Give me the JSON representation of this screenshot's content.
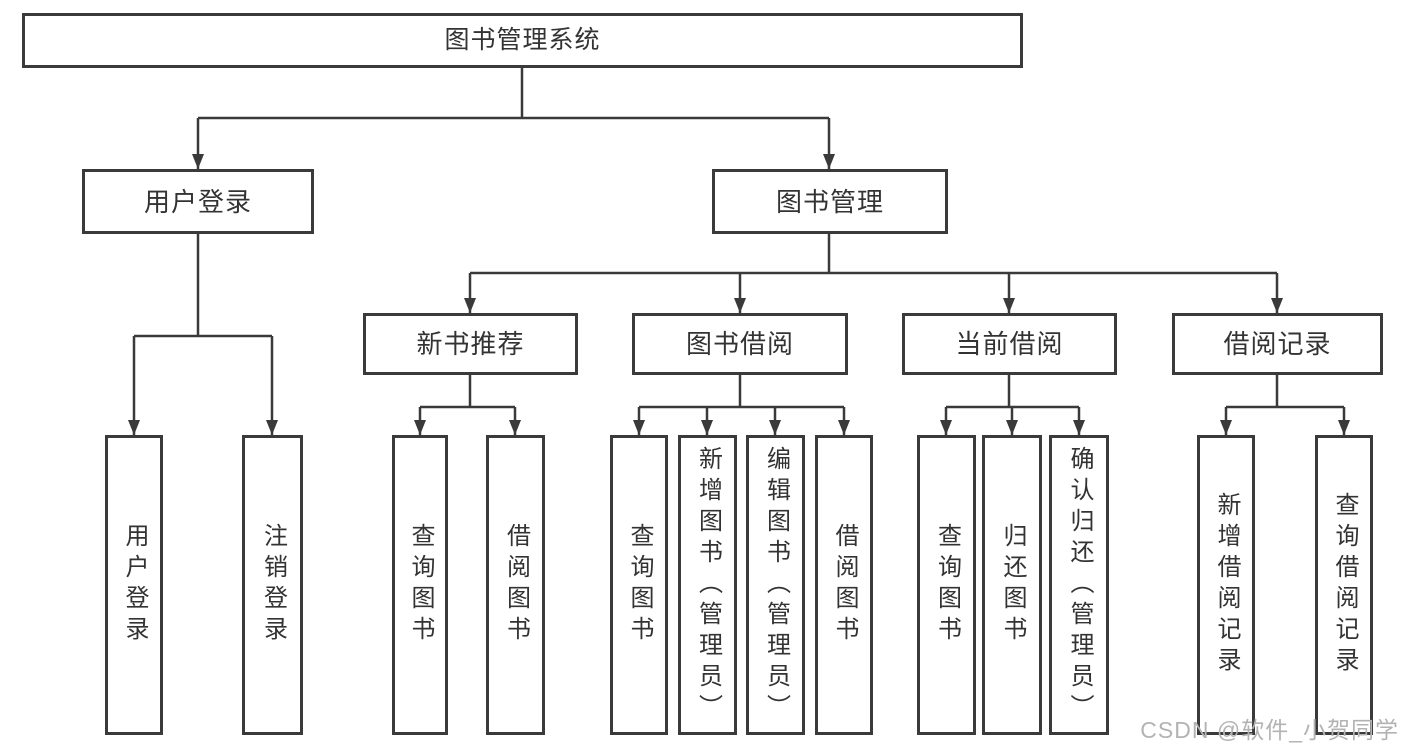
{
  "colors": {
    "line": "#3a3a3a",
    "text": "#333333",
    "background": "#ffffff",
    "watermark": "#b3b3b3"
  },
  "watermark": "CSDN @软件_小贺同学",
  "tree": {
    "label": "图书管理系统",
    "children": [
      {
        "label": "用户登录",
        "children": [
          {
            "label": "用户登录"
          },
          {
            "label": "注销登录"
          }
        ]
      },
      {
        "label": "图书管理",
        "children": [
          {
            "label": "新书推荐",
            "children": [
              {
                "label": "查询图书"
              },
              {
                "label": "借阅图书"
              }
            ]
          },
          {
            "label": "图书借阅",
            "children": [
              {
                "label": "查询图书"
              },
              {
                "label": "新增图书（管理员）"
              },
              {
                "label": "编辑图书（管理员）"
              },
              {
                "label": "借阅图书"
              }
            ]
          },
          {
            "label": "当前借阅",
            "children": [
              {
                "label": "查询图书"
              },
              {
                "label": "归还图书"
              },
              {
                "label": "确认归还（管理员）"
              }
            ]
          },
          {
            "label": "借阅记录",
            "children": [
              {
                "label": "新增借阅记录"
              },
              {
                "label": "查询借阅记录"
              }
            ]
          }
        ]
      }
    ]
  }
}
